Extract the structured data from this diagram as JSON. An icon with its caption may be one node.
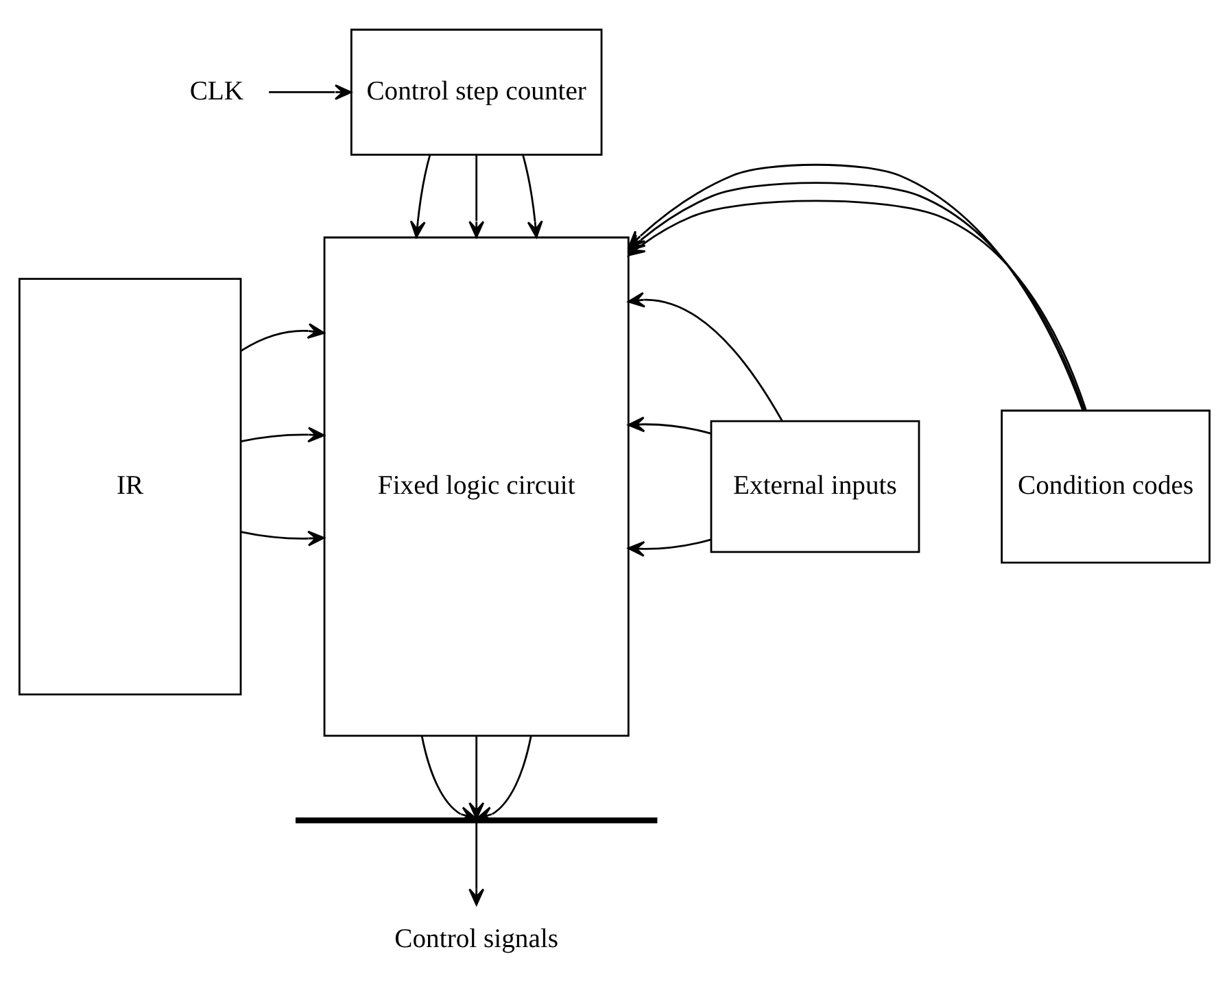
{
  "diagram": {
    "nodes": [
      {
        "text": [
          "CLK"
        ]
      },
      {
        "text": [
          "Control step counter"
        ]
      },
      {
        "text": [
          "Fixed logic circuit"
        ]
      },
      {
        "text": [
          "IR"
        ]
      },
      {
        "text": [
          "External inputs"
        ]
      },
      {
        "text": [
          "Condition codes"
        ]
      },
      {
        "text": [],
        "shape": "bar"
      },
      {
        "text": [
          "Control signals"
        ]
      }
    ],
    "edges": [
      {
        "from": 0,
        "to": 1,
        "arrow": "to"
      },
      {
        "from": 1,
        "to": 2,
        "arrow": "to"
      },
      {
        "from": 1,
        "to": 2,
        "arrow": "to"
      },
      {
        "from": 1,
        "to": 2,
        "arrow": "to"
      },
      {
        "from": 3,
        "to": 2,
        "arrow": "to"
      },
      {
        "from": 3,
        "to": 2,
        "arrow": "to"
      },
      {
        "from": 3,
        "to": 2,
        "arrow": "to"
      },
      {
        "from": 4,
        "to": 2,
        "arrow": "to"
      },
      {
        "from": 4,
        "to": 2,
        "arrow": "to"
      },
      {
        "from": 4,
        "to": 2,
        "arrow": "to"
      },
      {
        "from": 5,
        "to": 2,
        "arrow": "to"
      },
      {
        "from": 5,
        "to": 2,
        "arrow": "to"
      },
      {
        "from": 5,
        "to": 2,
        "arrow": "to"
      },
      {
        "from": 2,
        "to": 6,
        "arrow": "to"
      },
      {
        "from": 2,
        "to": 6,
        "arrow": "to"
      },
      {
        "from": 2,
        "to": 6,
        "arrow": "to"
      },
      {
        "from": 6,
        "to": 7,
        "arrow": "to"
      }
    ]
  }
}
